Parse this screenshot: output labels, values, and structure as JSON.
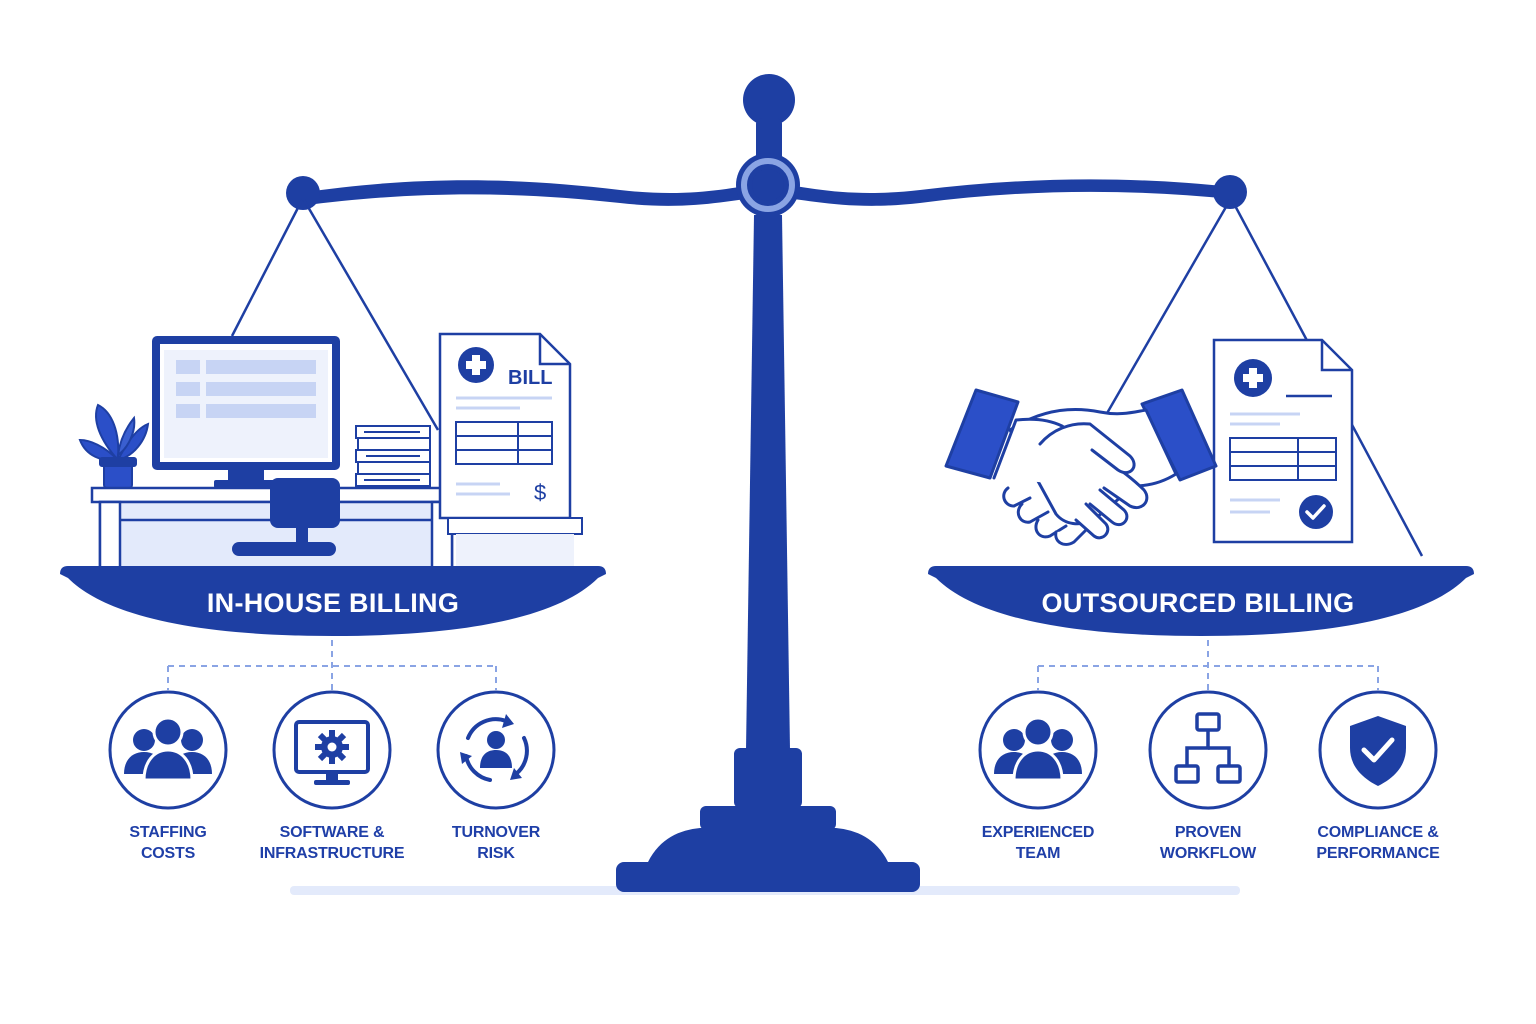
{
  "colors": {
    "primary": "#1e3fa3",
    "accent": "#2b4fc8",
    "light": "#e3eafb",
    "lightFill": "#eef2fc",
    "ring": "#7f9be0",
    "white": "#ffffff"
  },
  "left": {
    "pan_label": "IN-HOUSE BILLING",
    "bill_label": "BILL",
    "currency_symbol": "$",
    "features": [
      {
        "icon": "staff-group-icon",
        "line1": "STAFFING",
        "line2": "COSTS"
      },
      {
        "icon": "monitor-gear-icon",
        "line1": "SOFTWARE &",
        "line2": "INFRASTRUCTURE"
      },
      {
        "icon": "person-cycle-icon",
        "line1": "TURNOVER",
        "line2": "RISK"
      }
    ]
  },
  "right": {
    "pan_label": "OUTSOURCED BILLING",
    "features": [
      {
        "icon": "team-group-icon",
        "line1": "EXPERIENCED",
        "line2": "TEAM"
      },
      {
        "icon": "workflow-icon",
        "line1": "PROVEN",
        "line2": "WORKFLOW"
      },
      {
        "icon": "shield-check-icon",
        "line1": "COMPLIANCE &",
        "line2": "PERFORMANCE"
      }
    ]
  }
}
